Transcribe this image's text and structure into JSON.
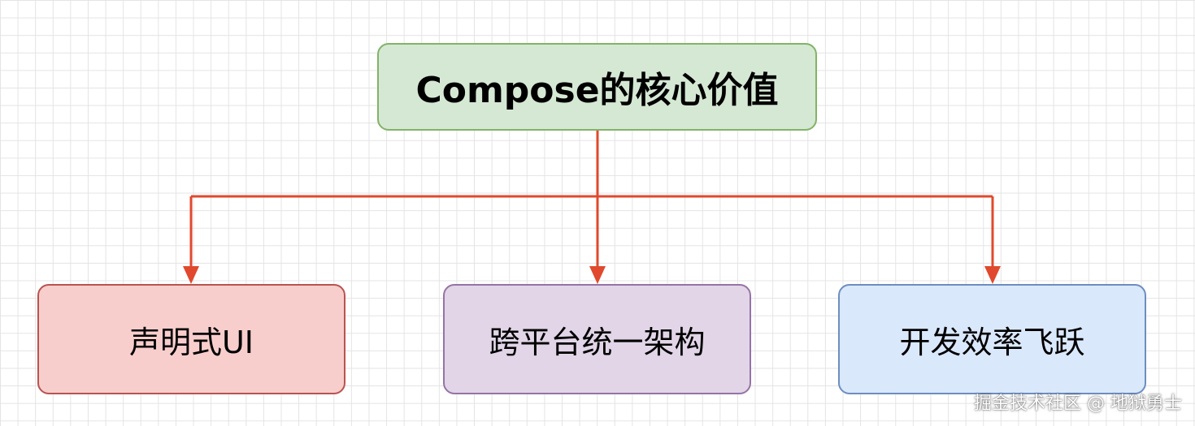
{
  "diagram": {
    "root": {
      "label": "Compose的核心价值",
      "fill": "#d5e8d4",
      "stroke": "#82b366"
    },
    "children": [
      {
        "label": "声明式UI",
        "fill": "#f8cecc",
        "stroke": "#b85450"
      },
      {
        "label": "跨平台统一架构",
        "fill": "#e1d5e7",
        "stroke": "#9673a6"
      },
      {
        "label": "开发效率飞跃",
        "fill": "#dae8fc",
        "stroke": "#6c8ebf"
      }
    ],
    "edge_color": "#e0492d"
  },
  "watermark": "掘金技术社区 @ 地狱勇士"
}
